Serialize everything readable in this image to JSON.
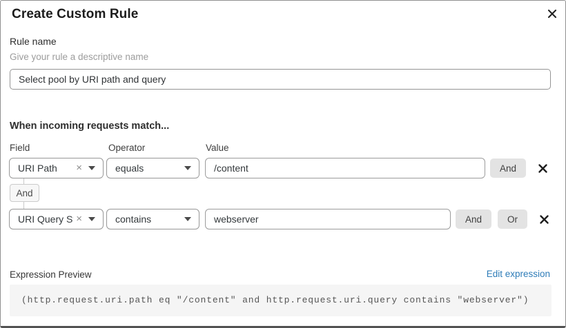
{
  "dialog": {
    "title": "Create Custom Rule"
  },
  "rule_name": {
    "label": "Rule name",
    "hint": "Give your rule a descriptive name",
    "value": "Select pool by URI path and query"
  },
  "matcher": {
    "heading": "When incoming requests match...",
    "columns": {
      "field": "Field",
      "operator": "Operator",
      "value": "Value"
    },
    "connector": "And",
    "rows": [
      {
        "field": "URI Path",
        "operator": "equals",
        "value": "/content",
        "and_label": "And"
      },
      {
        "field": "URI Query St...",
        "operator": "contains",
        "value": "webserver",
        "and_label": "And",
        "or_label": "Or"
      }
    ],
    "clear_glyph": "×"
  },
  "expression": {
    "label": "Expression Preview",
    "edit_link": "Edit expression",
    "code": "(http.request.uri.path eq \"/content\" and http.request.uri.query contains \"webserver\")"
  },
  "colors": {
    "link_blue": "#2e7cb8",
    "chip_button_bg": "#e3e3e3",
    "code_bg": "#f5f5f5",
    "border_gray": "#979797"
  }
}
